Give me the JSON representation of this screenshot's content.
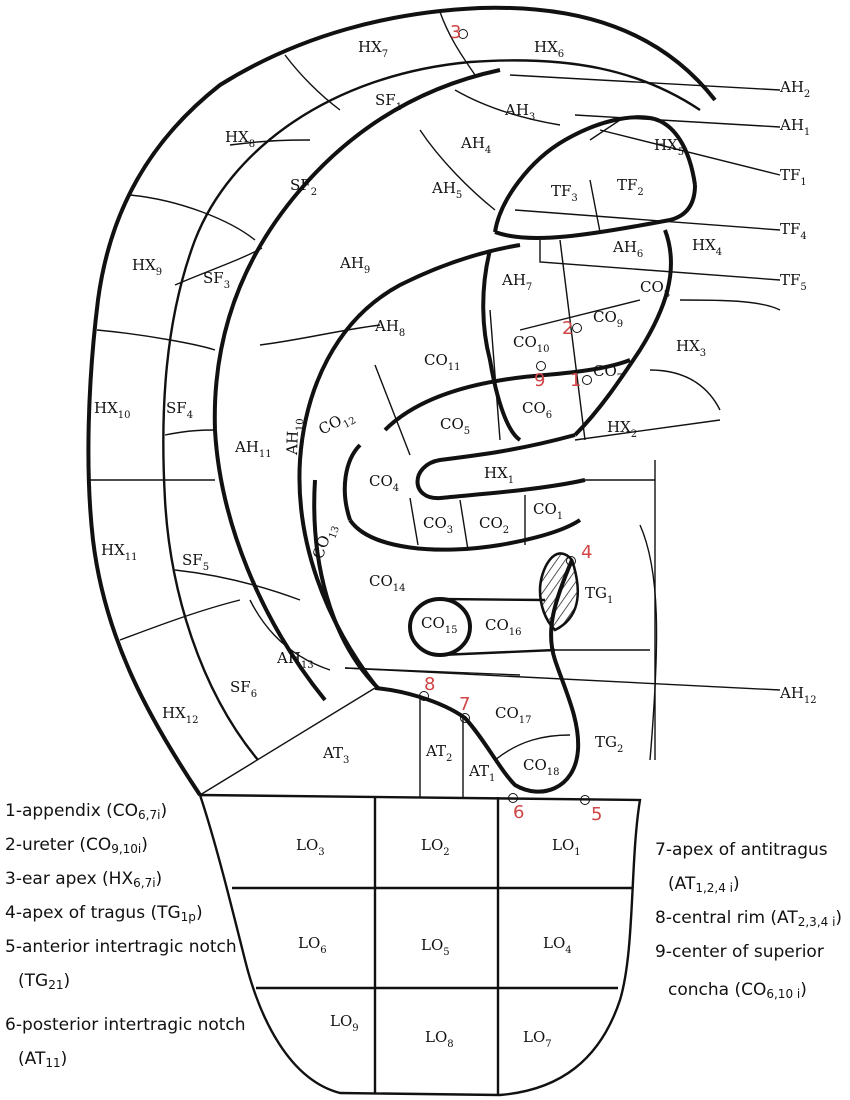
{
  "regions": [
    {
      "base": "HX",
      "sub": "7"
    },
    {
      "base": "HX",
      "sub": "6"
    },
    {
      "base": "AH",
      "sub": "2"
    },
    {
      "base": "SF",
      "sub": "1"
    },
    {
      "base": "AH",
      "sub": "3"
    },
    {
      "base": "AH",
      "sub": "1"
    },
    {
      "base": "HX",
      "sub": "8"
    },
    {
      "base": "AH",
      "sub": "4"
    },
    {
      "base": "HX",
      "sub": "5"
    },
    {
      "base": "TF",
      "sub": "1"
    },
    {
      "base": "SF",
      "sub": "2"
    },
    {
      "base": "AH",
      "sub": "5"
    },
    {
      "base": "TF",
      "sub": "3"
    },
    {
      "base": "TF",
      "sub": "2"
    },
    {
      "base": "TF",
      "sub": "4"
    },
    {
      "base": "AH",
      "sub": "6"
    },
    {
      "base": "HX",
      "sub": "4"
    },
    {
      "base": "HX",
      "sub": "9"
    },
    {
      "base": "SF",
      "sub": "3"
    },
    {
      "base": "AH",
      "sub": "9"
    },
    {
      "base": "TF",
      "sub": "5"
    },
    {
      "base": "AH",
      "sub": "7"
    },
    {
      "base": "CO",
      "sub": "8"
    },
    {
      "base": "CO",
      "sub": "9"
    },
    {
      "base": "AH",
      "sub": "8"
    },
    {
      "base": "CO",
      "sub": "10"
    },
    {
      "base": "HX",
      "sub": "3"
    },
    {
      "base": "CO",
      "sub": "11"
    },
    {
      "base": "CO",
      "sub": "7"
    },
    {
      "base": "HX",
      "sub": "10"
    },
    {
      "base": "SF",
      "sub": "4"
    },
    {
      "base": "CO",
      "sub": "6"
    },
    {
      "base": "CO",
      "sub": "12"
    },
    {
      "base": "CO",
      "sub": "5"
    },
    {
      "base": "HX",
      "sub": "2"
    },
    {
      "base": "AH",
      "sub": "11"
    },
    {
      "base": "AH",
      "sub": "10"
    },
    {
      "base": "HX",
      "sub": "1"
    },
    {
      "base": "CO",
      "sub": "4"
    },
    {
      "base": "CO",
      "sub": "13"
    },
    {
      "base": "CO",
      "sub": "1"
    },
    {
      "base": "CO",
      "sub": "3"
    },
    {
      "base": "CO",
      "sub": "2"
    },
    {
      "base": "HX",
      "sub": "11"
    },
    {
      "base": "SF",
      "sub": "5"
    },
    {
      "base": "CO",
      "sub": "14"
    },
    {
      "base": "TG",
      "sub": "1"
    },
    {
      "base": "CO",
      "sub": "15"
    },
    {
      "base": "CO",
      "sub": "16"
    },
    {
      "base": "AH",
      "sub": "13"
    },
    {
      "base": "SF",
      "sub": "6"
    },
    {
      "base": "AH",
      "sub": "12"
    },
    {
      "base": "HX",
      "sub": "12"
    },
    {
      "base": "CO",
      "sub": "17"
    },
    {
      "base": "AT",
      "sub": "3"
    },
    {
      "base": "AT",
      "sub": "2"
    },
    {
      "base": "TG",
      "sub": "2"
    },
    {
      "base": "CO",
      "sub": "18"
    },
    {
      "base": "AT",
      "sub": "1"
    },
    {
      "base": "LO",
      "sub": "3"
    },
    {
      "base": "LO",
      "sub": "2"
    },
    {
      "base": "LO",
      "sub": "1"
    },
    {
      "base": "LO",
      "sub": "6"
    },
    {
      "base": "LO",
      "sub": "5"
    },
    {
      "base": "LO",
      "sub": "4"
    },
    {
      "base": "LO",
      "sub": "9"
    },
    {
      "base": "LO",
      "sub": "8"
    },
    {
      "base": "LO",
      "sub": "7"
    }
  ],
  "markers": [
    "3",
    "2",
    "9",
    "1",
    "4",
    "8",
    "7",
    "6",
    "5"
  ],
  "legend": [
    {
      "text": "1-appendix (CO",
      "sub": "6,7i",
      "close": ")"
    },
    {
      "text": "2-ureter (CO",
      "sub": "9,10i",
      "close": ")"
    },
    {
      "text": "3-ear apex (HX",
      "sub": "6,7i",
      "close": ")"
    },
    {
      "text": "4-apex of tragus (TG",
      "sub": "1p",
      "close": ")"
    },
    {
      "text": "5-anterior intertragic notch",
      "sub": "",
      "close": ""
    },
    {
      "text": "(TG",
      "sub": "21",
      "close": ")"
    },
    {
      "text": "6-posterior intertragic notch",
      "sub": "",
      "close": ""
    },
    {
      "text": "(AT",
      "sub": "11",
      "close": ")"
    },
    {
      "text": "7-apex of antitragus",
      "sub": "",
      "close": ""
    },
    {
      "text": "(AT",
      "sub": "1,2,4 i",
      "close": ")"
    },
    {
      "text": "8-central rim (AT",
      "sub": "2,3,4 i",
      "close": ")"
    },
    {
      "text": "9-center of superior",
      "sub": "",
      "close": ""
    },
    {
      "text": "concha (CO",
      "sub": "6,10 i",
      "close": ")"
    }
  ]
}
